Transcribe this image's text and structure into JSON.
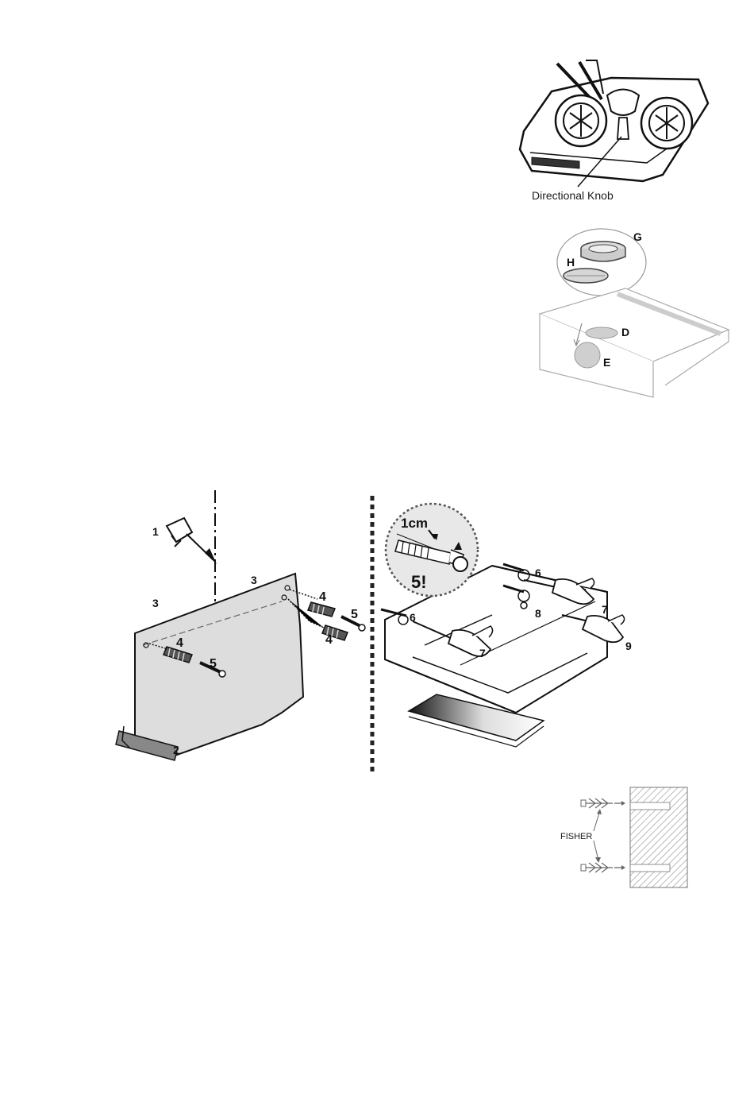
{
  "figure_knob": {
    "caption": "Directional Knob"
  },
  "figure_filter": {
    "labels": {
      "g": "G",
      "h": "H",
      "d": "D",
      "e": "E"
    }
  },
  "figure_mounting": {
    "labels": {
      "one": "1",
      "two": "2",
      "three_a": "3",
      "three_b": "3",
      "four_a": "4",
      "four_b": "4",
      "four_c": "4",
      "five_a": "5",
      "five_b": "5",
      "six_a": "6",
      "six_b": "6",
      "seven_a": "7",
      "seven_b": "7",
      "eight": "8",
      "nine": "9"
    },
    "inset": {
      "distance": "1cm",
      "note": "5!"
    }
  },
  "figure_fisher": {
    "label": "FISHER"
  }
}
